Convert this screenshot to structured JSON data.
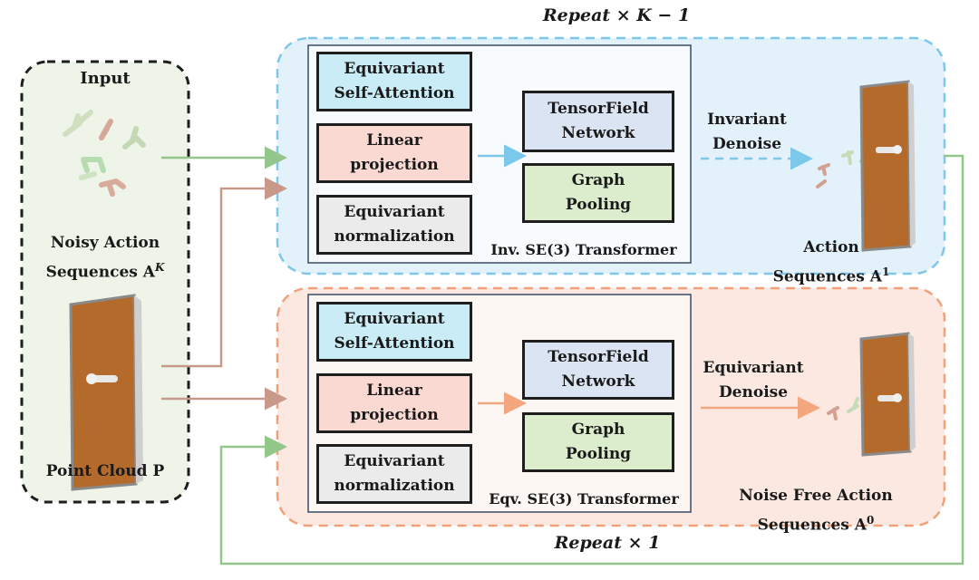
{
  "top_repeat": "Repeat × K − 1",
  "bottom_repeat": "Repeat × 1",
  "input": {
    "title": "Input",
    "noisy_label": "Noisy Action\nSequences A",
    "noisy_sup": "K",
    "pc_label": "Point Cloud P"
  },
  "top": {
    "blocks": {
      "self_attention": "Equivariant\nSelf-Attention",
      "linear_projection": "Linear\nprojection",
      "normalization": "Equivariant\nnormalization",
      "tensorfield": "TensorField\nNetwork",
      "graph_pooling": "Graph\nPooling"
    },
    "transformer_label": "Inv. SE(3) Transformer",
    "denoise_label": "Invariant\nDenoise",
    "output_label": "Action\nSequences A",
    "output_sup": "1"
  },
  "bottom": {
    "blocks": {
      "self_attention": "Equivariant\nSelf-Attention",
      "linear_projection": "Linear\nprojection",
      "normalization": "Equivariant\nnormalization",
      "tensorfield": "TensorField\nNetwork",
      "graph_pooling": "Graph\nPooling"
    },
    "transformer_label": "Eqv. SE(3) Transformer",
    "denoise_label": "Equivariant\nDenoise",
    "output_label": "Noise Free Action\nSequences A",
    "output_sup": "0"
  },
  "colors": {
    "input_bg": "#eef4e8",
    "top_region_bg": "#e3f1fa",
    "top_region_border": "#7ec7ea",
    "bottom_region_bg": "#fbe9e1",
    "bottom_region_border": "#f0a179",
    "self_attention_fill": "#c9ecf6",
    "linear_projection_fill": "#fbd9d3",
    "normalization_fill": "#ebebeb",
    "tensorfield_fill": "#dbe4f2",
    "graph_pooling_fill": "#dcedce",
    "green_arrow": "#93c68a",
    "brown_arrow": "#c8998a",
    "blue_arrow": "#7cc8ea",
    "orange_arrow": "#f4a77e",
    "door": "#b46a2a"
  }
}
